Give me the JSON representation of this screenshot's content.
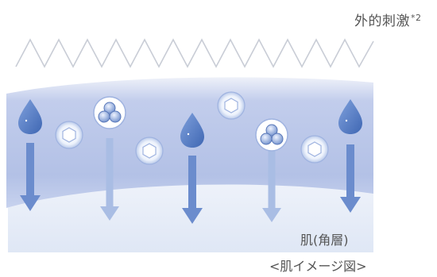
{
  "labels": {
    "external_stimulus": "外的刺激",
    "external_stimulus_note": "*2",
    "skin_layer": "肌(角層)",
    "caption": "<肌イメージ図>"
  },
  "icons": {
    "droplet": "water-droplet-icon",
    "hexagon": "hexagon-ingredient-icon",
    "cluster": "molecule-cluster-icon",
    "arrow_strong": "down-arrow-strong-icon",
    "arrow_light": "down-arrow-light-icon"
  },
  "colors": {
    "zigzag": "#c9cdd6",
    "layer_top": "#e6ebf6",
    "layer_mid": "#b8c5e8",
    "layer_bottom": "#d2dbf0",
    "skin": "#e4ebf6",
    "strong_arrow": "#6b8ccd",
    "light_arrow": "#a9bde4",
    "droplet": "#5d83c8",
    "text": "#555555"
  }
}
